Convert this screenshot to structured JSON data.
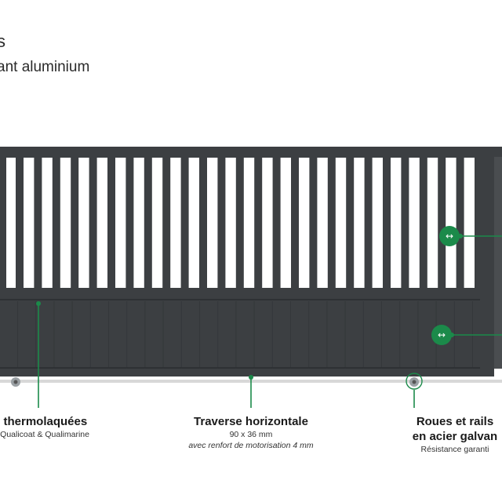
{
  "header": {
    "title_fragment": "s",
    "subtitle": "ant aluminium"
  },
  "callouts": {
    "left": {
      "title": "s thermolaquées",
      "sub": "s Qualicoat & Qualimarine"
    },
    "middle": {
      "title": "Traverse horizontale",
      "sub1": "90 x 36 mm",
      "sub2": "avec renfort de motorisation 4 mm"
    },
    "right": {
      "title1": "Roues et rails",
      "title2": "en acier galvan",
      "sub": "Résistance garanti"
    }
  },
  "colors": {
    "gate": "#3c3f42",
    "accent": "#1b8a4a",
    "background": "#ffffff"
  }
}
